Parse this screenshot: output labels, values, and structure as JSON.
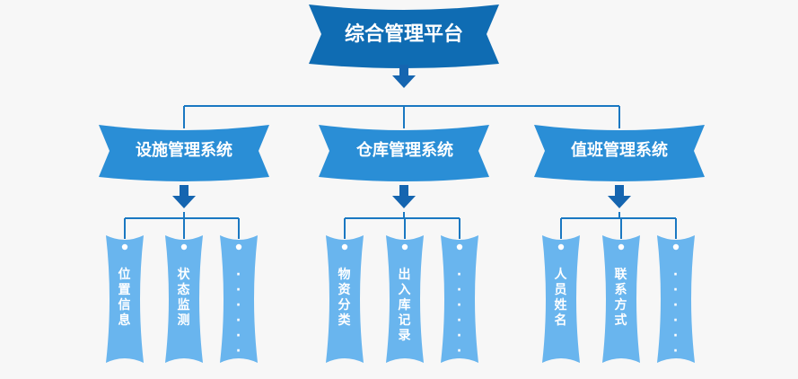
{
  "root": {
    "title": "综合管理平台"
  },
  "colors": {
    "root": "#0f6cb3",
    "system": "#2a8ed6",
    "leaf": "#69b5ee",
    "line": "#1a78c2",
    "arrow": "#1565b0",
    "dot": "#ffffff"
  },
  "systems": [
    {
      "title": "设施管理系统",
      "items": [
        {
          "text": "位置信息"
        },
        {
          "text": "状态监测"
        },
        {
          "text": "……"
        }
      ]
    },
    {
      "title": "仓库管理系统",
      "items": [
        {
          "text": "物资分类"
        },
        {
          "text": "出入库记录"
        },
        {
          "text": "……"
        }
      ]
    },
    {
      "title": "值班管理系统",
      "items": [
        {
          "text": "人员姓名"
        },
        {
          "text": "联系方式"
        },
        {
          "text": "……"
        }
      ]
    }
  ]
}
